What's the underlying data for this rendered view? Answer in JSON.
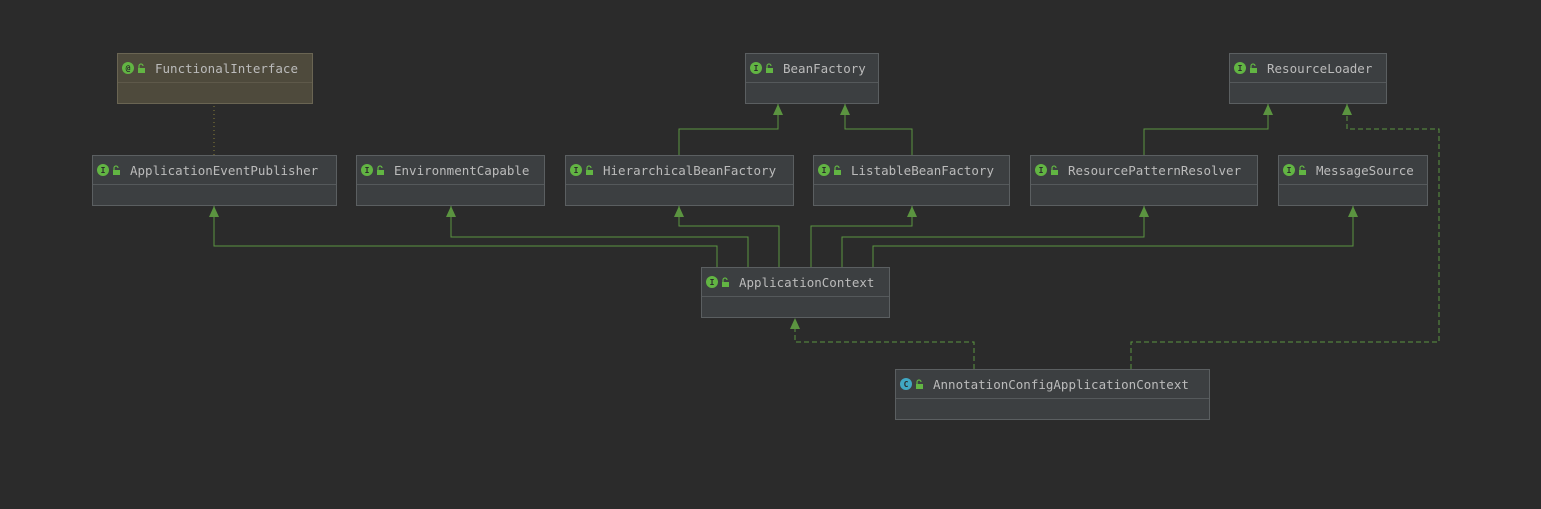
{
  "diagram": {
    "type": "uml-class-diagram",
    "colors": {
      "background": "#2b2b2b",
      "node": "#3c3f41",
      "annotation_node": "#4e4a3c",
      "edge": "#5b9440",
      "annotation_edge": "#8a7f3a",
      "interface_badge": "#62b543",
      "class_badge": "#40a8c4"
    },
    "nodes": [
      {
        "id": "functional-interface",
        "label": "FunctionalInterface",
        "kind": "annotation",
        "badge": "@",
        "icon": "annotation-icon"
      },
      {
        "id": "bean-factory",
        "label": "BeanFactory",
        "kind": "interface",
        "badge": "I",
        "icon": "interface-icon"
      },
      {
        "id": "resource-loader",
        "label": "ResourceLoader",
        "kind": "interface",
        "badge": "I",
        "icon": "interface-icon"
      },
      {
        "id": "application-event-publisher",
        "label": "ApplicationEventPublisher",
        "kind": "interface",
        "badge": "I",
        "icon": "interface-icon"
      },
      {
        "id": "environment-capable",
        "label": "EnvironmentCapable",
        "kind": "interface",
        "badge": "I",
        "icon": "interface-icon"
      },
      {
        "id": "hierarchical-bean-factory",
        "label": "HierarchicalBeanFactory",
        "kind": "interface",
        "badge": "I",
        "icon": "interface-icon"
      },
      {
        "id": "listable-bean-factory",
        "label": "ListableBeanFactory",
        "kind": "interface",
        "badge": "I",
        "icon": "interface-icon"
      },
      {
        "id": "resource-pattern-resolver",
        "label": "ResourcePatternResolver",
        "kind": "interface",
        "badge": "I",
        "icon": "interface-icon"
      },
      {
        "id": "message-source",
        "label": "MessageSource",
        "kind": "interface",
        "badge": "I",
        "icon": "interface-icon"
      },
      {
        "id": "application-context",
        "label": "ApplicationContext",
        "kind": "interface",
        "badge": "I",
        "icon": "interface-icon"
      },
      {
        "id": "annotation-config-application-context",
        "label": "AnnotationConfigApplicationContext",
        "kind": "class",
        "badge": "C",
        "icon": "class-icon"
      }
    ],
    "edges": [
      {
        "from": "application-event-publisher",
        "to": "functional-interface",
        "type": "annotated"
      },
      {
        "from": "hierarchical-bean-factory",
        "to": "bean-factory",
        "type": "extends"
      },
      {
        "from": "listable-bean-factory",
        "to": "bean-factory",
        "type": "extends"
      },
      {
        "from": "resource-pattern-resolver",
        "to": "resource-loader",
        "type": "extends"
      },
      {
        "from": "application-context",
        "to": "application-event-publisher",
        "type": "extends"
      },
      {
        "from": "application-context",
        "to": "environment-capable",
        "type": "extends"
      },
      {
        "from": "application-context",
        "to": "hierarchical-bean-factory",
        "type": "extends"
      },
      {
        "from": "application-context",
        "to": "listable-bean-factory",
        "type": "extends"
      },
      {
        "from": "application-context",
        "to": "resource-pattern-resolver",
        "type": "extends"
      },
      {
        "from": "application-context",
        "to": "message-source",
        "type": "extends"
      },
      {
        "from": "annotation-config-application-context",
        "to": "application-context",
        "type": "implements"
      },
      {
        "from": "annotation-config-application-context",
        "to": "resource-loader",
        "type": "implements"
      }
    ]
  }
}
